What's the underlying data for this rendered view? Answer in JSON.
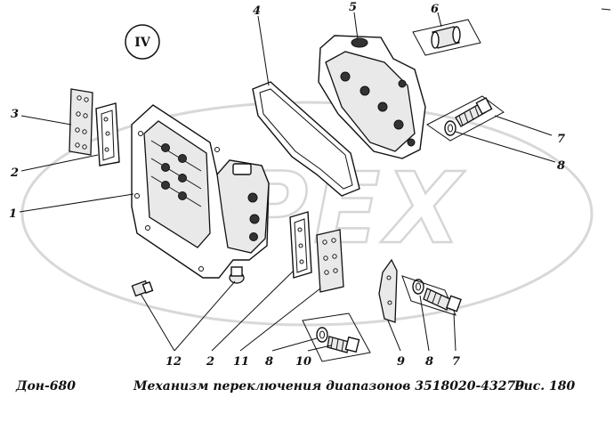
{
  "view_marker": "IV",
  "callouts": [
    "1",
    "2",
    "3",
    "4",
    "5",
    "6",
    "7",
    "8",
    "9",
    "10",
    "11",
    "12"
  ],
  "caption": {
    "model": "Дон-680",
    "title": "Механизм переключения диапазонов 3518020-43270",
    "figure": "Рис.  180"
  },
  "watermark_text": "OPEX"
}
